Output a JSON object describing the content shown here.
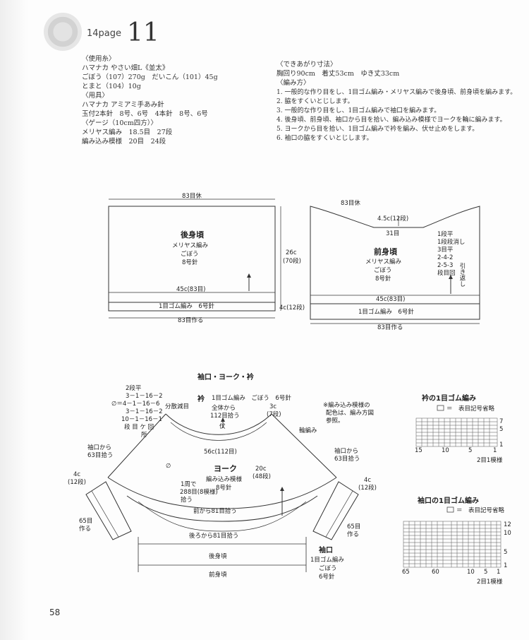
{
  "header": {
    "page_label": "14page",
    "pattern_number": "11"
  },
  "materials": [
    "〈使用糸〉",
    "ハマナカ やさい畑L《並太》",
    "ごぼう（107）270g　だいこん（101）45g",
    "とまと（104）10g",
    "〈用具〉",
    "ハマナカ アミアミ手あみ針",
    "玉付2本針　8号、6号　4本針　8号、6号",
    "〈ゲージ（10cm四方）〉",
    "メリヤス編み　18.5目　27段",
    "編み込み模様　20目　24段"
  ],
  "finished_size": [
    "〈できあがり寸法〉",
    "胸回り90cm　着丈53cm　ゆき丈33cm"
  ],
  "method_heading": "〈編み方〉",
  "steps": [
    "1. 一般的な作り目をし、1目ゴム編み・メリヤス編みで後身頃、前身頃を編みます。",
    "2. 脇をすくいとじします。",
    "3. 一般的な作り目をし、1目ゴム編みで袖口を編みます。",
    "4. 後身頃、前身頃、袖口から目を拾い、編み込み模様でヨークを輪に編みます。",
    "5. ヨークから目を拾い、1目ゴム編みで衿を編み、伏せ止めをします。",
    "6. 袖口の脇をすくいとじします。"
  ],
  "back": {
    "top": "83目休",
    "title": "後身頃",
    "st": "メリヤス編み",
    "color": "ごぼう",
    "needle": "8号針",
    "width": "45c(83目)",
    "rib": "1目ゴム編み　6号針",
    "cast": "83目作る",
    "h1": "26c",
    "h1b": "(70段)",
    "h2": "4c(12段)"
  },
  "front": {
    "top": "83目休",
    "neck_depth": "4.5c(12段)",
    "neck_center": "31目",
    "title": "前身頃",
    "st": "メリヤス編み",
    "color": "ごぼう",
    "needle": "8号針",
    "dec": [
      "1段平",
      "1段段消し",
      "3目平",
      "2-4-2",
      "2-5-3",
      "段目回"
    ],
    "short_rows": "引き返し",
    "width": "45c(83目)",
    "rib": "1目ゴム編み　6号針",
    "cast": "83目作る"
  },
  "yoke": {
    "heading": "袖口・ヨーク・衿",
    "dec_table": [
      "2段平",
      "3－1－16－2",
      "∅＝4－1－16－6",
      "3－1－16－2",
      "10－1－16－1",
      "段 目 ケ 回",
      "所"
    ],
    "dec_label": "分散減目",
    "collar": "衿",
    "collar_info": "1目ゴム編み　ごぼう　6号針",
    "collar_pick": [
      "全体から",
      "112目拾う"
    ],
    "collar_h": [
      "3c",
      "(7段)"
    ],
    "bind_off": "伏",
    "note": [
      "※編み込み模様の",
      "配色は、編み方図",
      "参照。"
    ],
    "edge": "輪編み",
    "neck": "56c(112目)",
    "title": "ヨーク",
    "st": "編み込み模様",
    "needle": "8号針",
    "depth": [
      "20c",
      "(48段)"
    ],
    "sym": "∅",
    "round": [
      "1周で",
      "288目(8模様)",
      "拾う"
    ],
    "pick_front": "前から81目拾う",
    "pick_back": "後ろから81目拾う",
    "cuff_pick_l": [
      "袖口から",
      "63目拾う"
    ],
    "cuff_pick_r": [
      "袖口から",
      "63目拾う"
    ],
    "cuff_h_l": [
      "4c",
      "(12段)"
    ],
    "cuff_h_r": [
      "4c",
      "(12段)"
    ],
    "cast_l": [
      "65目",
      "作る"
    ],
    "cast_r": [
      "65目",
      "作る"
    ],
    "back_label": "後身頃",
    "front_label": "前身頃",
    "cuff": {
      "title": "袖口",
      "st": "1目ゴム編み",
      "color": "ごぼう",
      "needle": "6号針"
    }
  },
  "chart_collar": {
    "title": "衿の1目ゴム編み",
    "legend": "＝　表目記号省略",
    "rows": [
      "7",
      "5",
      "1"
    ],
    "cols": [
      "15",
      "10",
      "5",
      "1"
    ],
    "repeat": "2目1模様"
  },
  "chart_cuff": {
    "title": "袖口の1目ゴム編み",
    "legend": "＝　表目記号省略",
    "rows": [
      "12",
      "10",
      "5",
      "1"
    ],
    "cols": [
      "65",
      "60",
      "10",
      "5",
      "1"
    ],
    "repeat": "2目1模様"
  },
  "page_number": "58"
}
